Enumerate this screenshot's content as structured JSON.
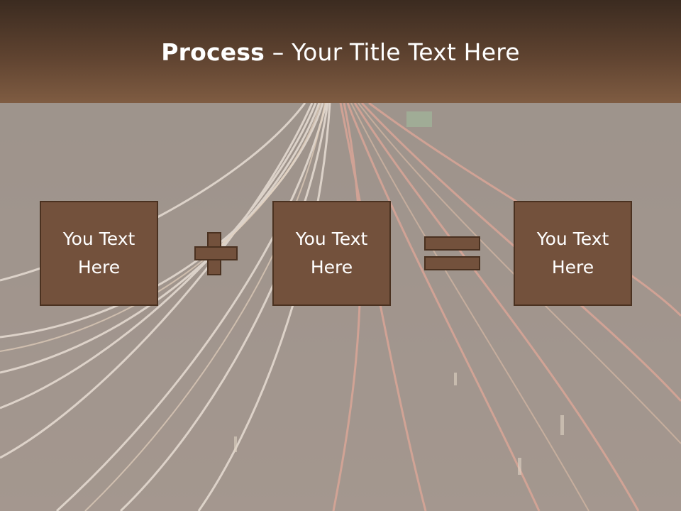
{
  "slide": {
    "title_bold": "Process",
    "title_rest": " – Your Title Text Here",
    "boxes": [
      {
        "line1": "You Text",
        "line2": "Here"
      },
      {
        "line1": "You Text",
        "line2": "Here"
      },
      {
        "line1": "You Text",
        "line2": "Here"
      }
    ],
    "operators": [
      "plus-icon",
      "equals-icon"
    ],
    "colors": {
      "title_bar": "#5f4330",
      "box_fill": "#73513c",
      "box_border": "#4a3120",
      "text": "#ffffff"
    },
    "background": "highway-light-trails-photo"
  }
}
